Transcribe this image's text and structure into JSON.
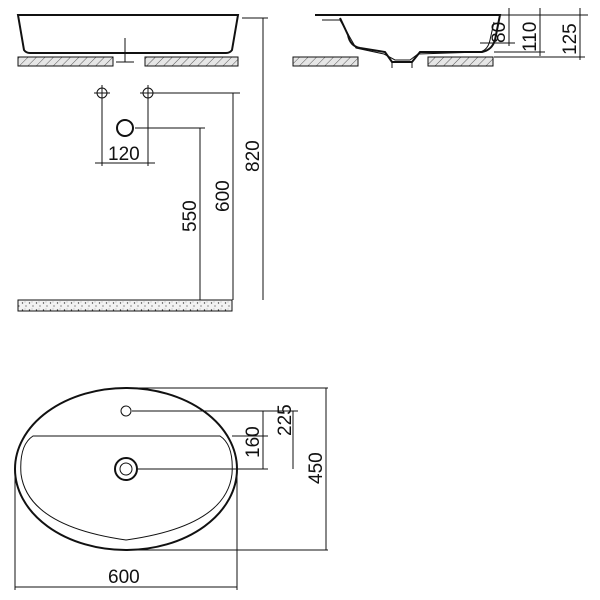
{
  "drawing": {
    "type": "washbasin technical drawing",
    "views": [
      "front-elevation",
      "side-section",
      "top-plan"
    ]
  },
  "dimensions": {
    "side_80": "80",
    "side_110": "110",
    "side_125": "125",
    "front_820": "820",
    "front_600": "600",
    "front_550": "550",
    "front_120": "120",
    "plan_225": "225",
    "plan_160": "160",
    "plan_450": "450",
    "plan_600": "600"
  }
}
